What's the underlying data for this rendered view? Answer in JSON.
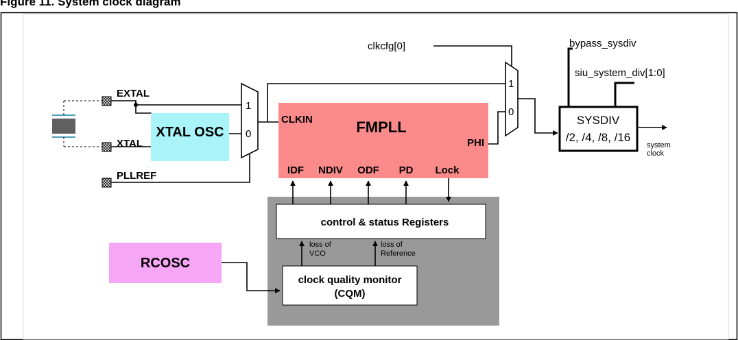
{
  "figure": {
    "caption": "Figure 11.    System clock diagram"
  },
  "pins": {
    "extal": "EXTAL",
    "xtal": "XTAL",
    "pllref": "PLLREF"
  },
  "blocks": {
    "xtal_osc": "XTAL OSC",
    "fmpll": "FMPLL",
    "fmpll_in": "CLKIN",
    "fmpll_out": "PHI",
    "fmpll_ports": [
      "IDF",
      "NDIV",
      "ODF",
      "PD",
      "Lock"
    ],
    "registers": "control & status Registers",
    "rcosc": "RCOSC",
    "cqm_line1": "clock quality monitor",
    "cqm_line2": "(CQM)",
    "sysdiv_title": "SYSDIV",
    "sysdiv_ratios": "/2, /4, /8, /16"
  },
  "mux": {
    "in1": "1",
    "in0": "0"
  },
  "signals": {
    "clkcfg": "clkcfg[0]",
    "bypass": "bypass_sysdiv",
    "siu_div": "siu_system_div[1:0]",
    "system_clock_1": "system",
    "system_clock_2": "clock",
    "loss_vco_1": "loss of",
    "loss_vco_2": "VCO",
    "loss_ref_1": "loss of",
    "loss_ref_2": "Reference"
  },
  "colors": {
    "xtal_osc": "#a8f4f8",
    "fmpll": "#fb8a8a",
    "rcosc": "#f5a6f5",
    "gray_area": "#999999",
    "crystal": "#606060"
  }
}
